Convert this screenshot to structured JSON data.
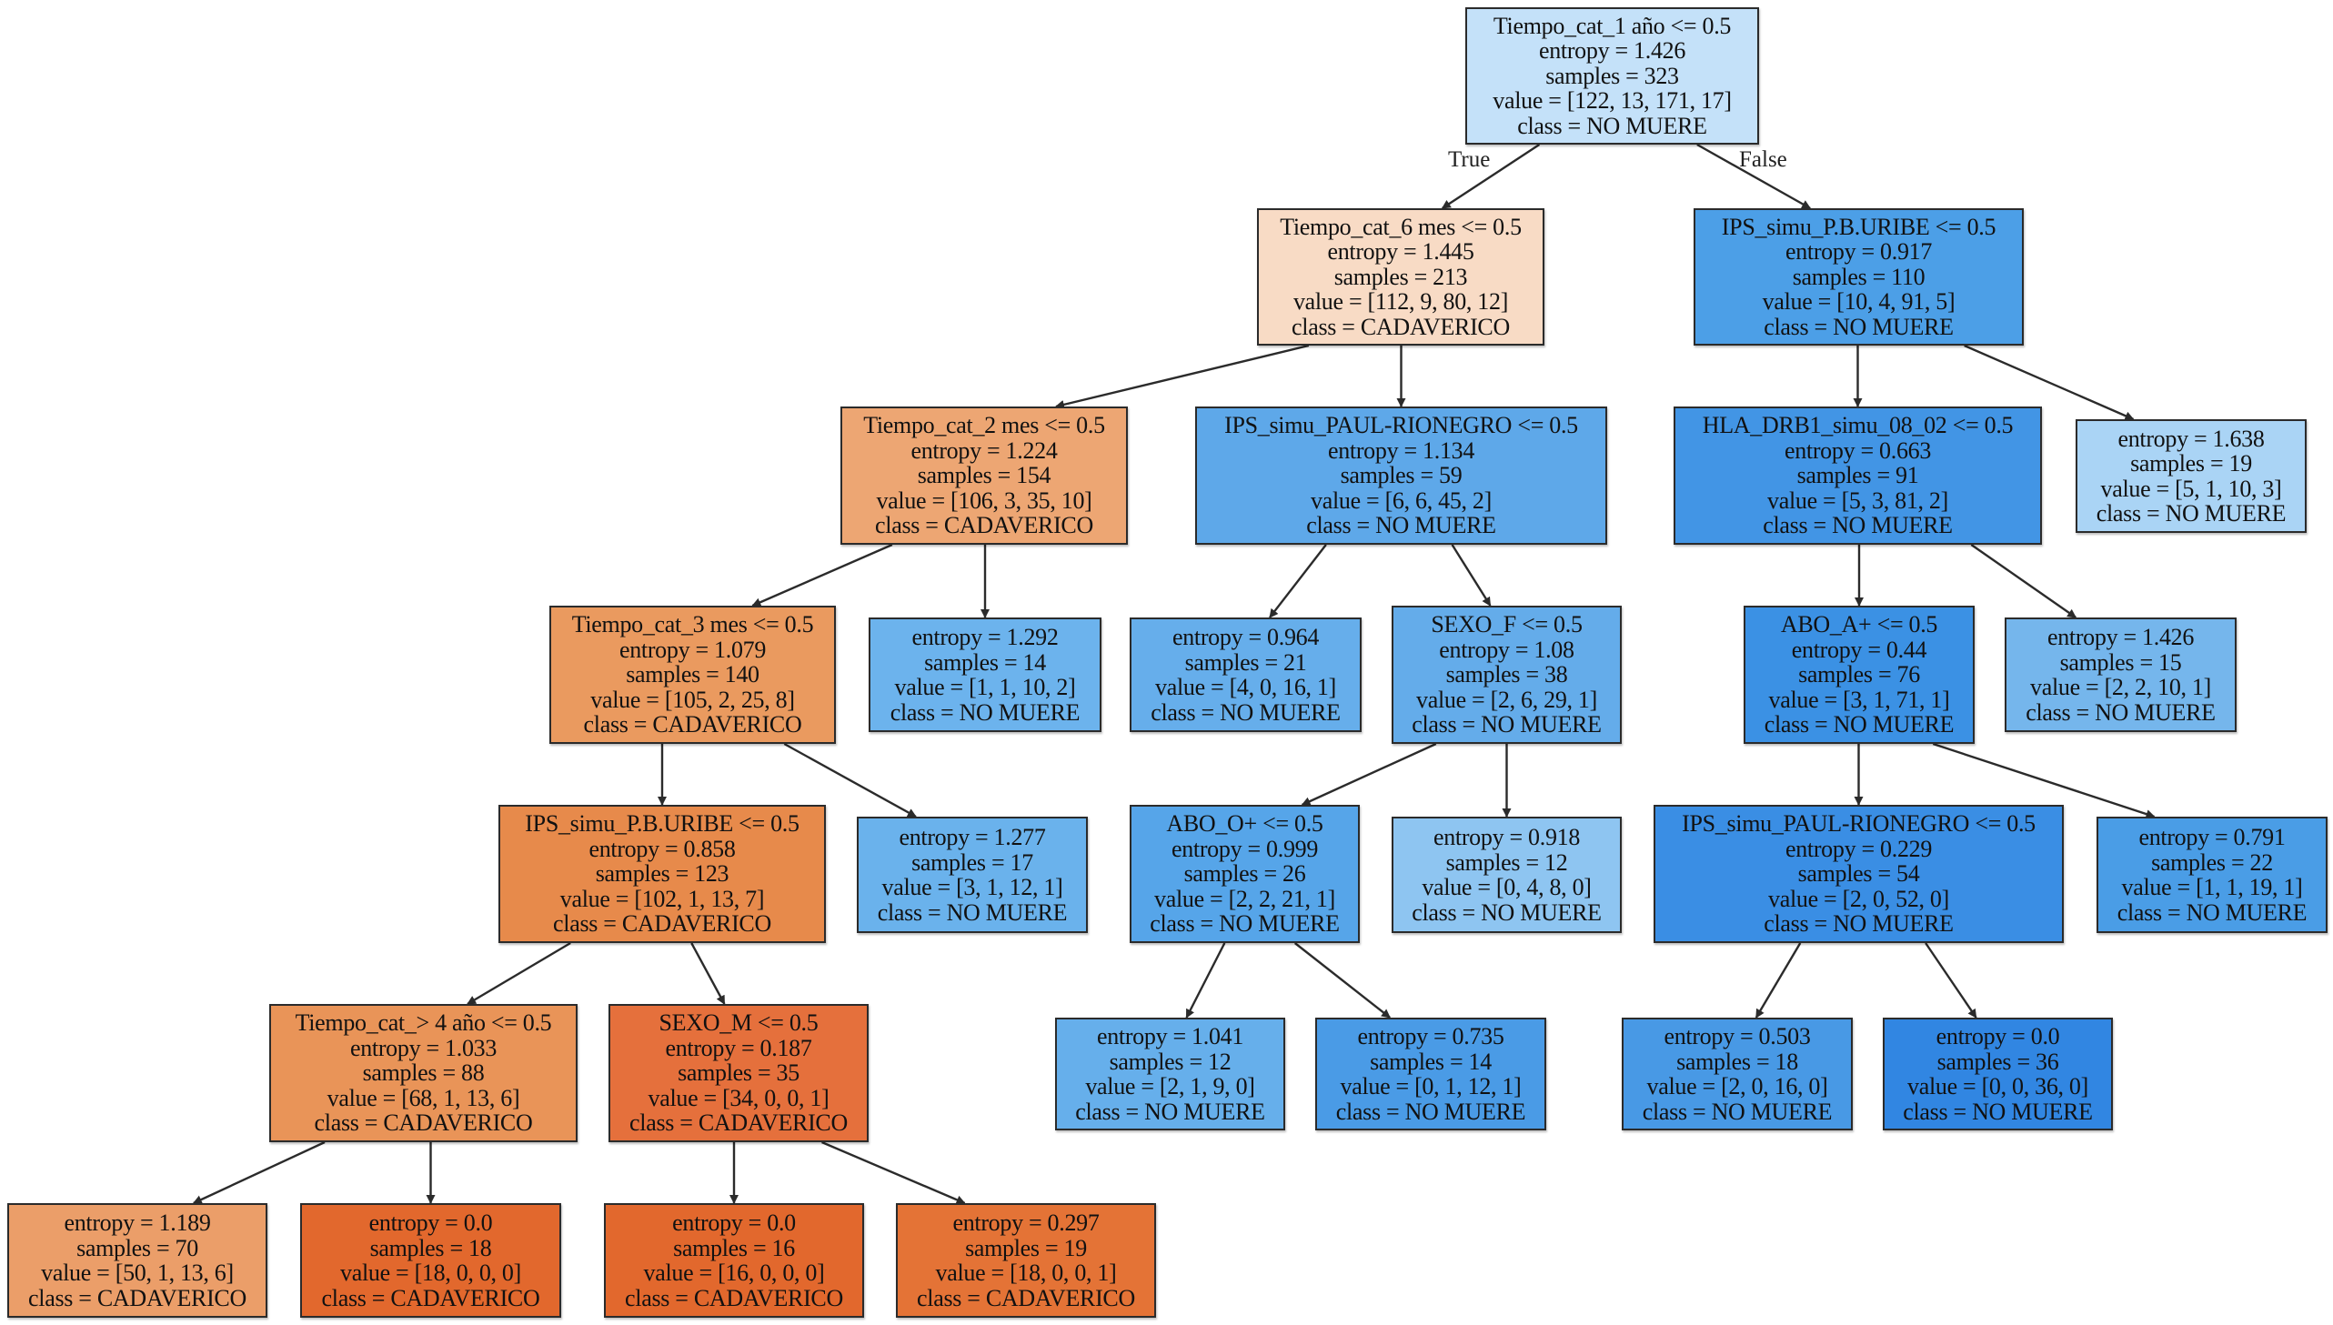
{
  "title": "Decision tree (entropy) — classes [CADAVERICO, ?, NO MUERE, ?]",
  "colors": {
    "edge": "#2b2b2b",
    "border": "#2b2b2b"
  },
  "edge_labels": {
    "true": "True",
    "false": "False"
  },
  "nodes": [
    {
      "id": "n0",
      "split": "Tiempo_cat_1 año <= 0.5",
      "entropy": "entropy = 1.426",
      "samples": "samples = 323",
      "value": "value = [122, 13, 171, 17]",
      "class": "class = NO MUERE",
      "fill": "#c4e1f9",
      "parent": null
    },
    {
      "id": "n1",
      "split": "Tiempo_cat_6 mes <= 0.5",
      "entropy": "entropy = 1.445",
      "samples": "samples = 213",
      "value": "value = [112, 9, 80, 12]",
      "class": "class = CADAVERICO",
      "fill": "#f8dbc5",
      "parent": "n0",
      "branch": "true"
    },
    {
      "id": "n2",
      "split": "IPS_simu_P.B.URIBE <= 0.5",
      "entropy": "entropy = 0.917",
      "samples": "samples = 110",
      "value": "value = [10, 4, 91, 5]",
      "class": "class = NO MUERE",
      "fill": "#4c9fe7",
      "parent": "n0",
      "branch": "false"
    },
    {
      "id": "n3",
      "split": "Tiempo_cat_2 mes <= 0.5",
      "entropy": "entropy = 1.224",
      "samples": "samples = 154",
      "value": "value = [106, 3, 35, 10]",
      "class": "class = CADAVERICO",
      "fill": "#eda673",
      "parent": "n1"
    },
    {
      "id": "n4",
      "split": "IPS_simu_PAUL-RIONEGRO <= 0.5",
      "entropy": "entropy = 1.134",
      "samples": "samples = 59",
      "value": "value = [6, 6, 45, 2]",
      "class": "class = NO MUERE",
      "fill": "#5ea8e9",
      "parent": "n1"
    },
    {
      "id": "n5",
      "split": "HLA_DRB1_simu_08_02 <= 0.5",
      "entropy": "entropy = 0.663",
      "samples": "samples = 91",
      "value": "value = [5, 3, 81, 2]",
      "class": "class = NO MUERE",
      "fill": "#4295e5",
      "parent": "n2"
    },
    {
      "id": "n6",
      "split": null,
      "entropy": "entropy = 1.638",
      "samples": "samples = 19",
      "value": "value = [5, 1, 10, 3]",
      "class": "class = NO MUERE",
      "fill": "#aad4f5",
      "parent": "n2"
    },
    {
      "id": "n7",
      "split": "Tiempo_cat_3 mes <= 0.5",
      "entropy": "entropy = 1.079",
      "samples": "samples = 140",
      "value": "value = [105, 2, 25, 8]",
      "class": "class = CADAVERICO",
      "fill": "#ea9a5f",
      "parent": "n3"
    },
    {
      "id": "n8",
      "split": null,
      "entropy": "entropy = 1.292",
      "samples": "samples = 14",
      "value": "value = [1, 1, 10, 2]",
      "class": "class = NO MUERE",
      "fill": "#6cb3ed",
      "parent": "n3"
    },
    {
      "id": "n9",
      "split": null,
      "entropy": "entropy = 0.964",
      "samples": "samples = 21",
      "value": "value = [4, 0, 16, 1]",
      "class": "class = NO MUERE",
      "fill": "#66aeeb",
      "parent": "n4"
    },
    {
      "id": "n10",
      "split": "SEXO_F <= 0.5",
      "entropy": "entropy = 1.08",
      "samples": "samples = 38",
      "value": "value = [2, 6, 29, 1]",
      "class": "class = NO MUERE",
      "fill": "#64acea",
      "parent": "n4"
    },
    {
      "id": "n11",
      "split": "ABO_A+ <= 0.5",
      "entropy": "entropy = 0.44",
      "samples": "samples = 76",
      "value": "value = [3, 1, 71, 1]",
      "class": "class = NO MUERE",
      "fill": "#3b91e4",
      "parent": "n5"
    },
    {
      "id": "n12",
      "split": null,
      "entropy": "entropy = 1.426",
      "samples": "samples = 15",
      "value": "value = [2, 2, 10, 1]",
      "class": "class = NO MUERE",
      "fill": "#75b6ec",
      "parent": "n5"
    },
    {
      "id": "n13",
      "split": "IPS_simu_P.B.URIBE <= 0.5",
      "entropy": "entropy = 0.858",
      "samples": "samples = 123",
      "value": "value = [102, 1, 13, 7]",
      "class": "class = CADAVERICO",
      "fill": "#e78a4b",
      "parent": "n7"
    },
    {
      "id": "n14",
      "split": null,
      "entropy": "entropy = 1.277",
      "samples": "samples = 17",
      "value": "value = [3, 1, 12, 1]",
      "class": "class = NO MUERE",
      "fill": "#6ab2ec",
      "parent": "n7"
    },
    {
      "id": "n15",
      "split": "ABO_O+ <= 0.5",
      "entropy": "entropy = 0.999",
      "samples": "samples = 26",
      "value": "value = [2, 2, 21, 1]",
      "class": "class = NO MUERE",
      "fill": "#56a5e9",
      "parent": "n10"
    },
    {
      "id": "n16",
      "split": null,
      "entropy": "entropy = 0.918",
      "samples": "samples = 12",
      "value": "value = [0, 4, 8, 0]",
      "class": "class = NO MUERE",
      "fill": "#8ec5f1",
      "parent": "n10"
    },
    {
      "id": "n17",
      "split": "IPS_simu_PAUL-RIONEGRO <= 0.5",
      "entropy": "entropy = 0.229",
      "samples": "samples = 54",
      "value": "value = [2, 0, 52, 0]",
      "class": "class = NO MUERE",
      "fill": "#3a8ee4",
      "parent": "n11"
    },
    {
      "id": "n18",
      "split": null,
      "entropy": "entropy = 0.791",
      "samples": "samples = 22",
      "value": "value = [1, 1, 19, 1]",
      "class": "class = NO MUERE",
      "fill": "#4a9de6",
      "parent": "n11"
    },
    {
      "id": "n19",
      "split": "Tiempo_cat_> 4 año <= 0.5",
      "entropy": "entropy = 1.033",
      "samples": "samples = 88",
      "value": "value = [68, 1, 13, 6]",
      "class": "class = CADAVERICO",
      "fill": "#e99458",
      "parent": "n13"
    },
    {
      "id": "n20",
      "split": "SEXO_M <= 0.5",
      "entropy": "entropy = 0.187",
      "samples": "samples = 35",
      "value": "value = [34, 0, 0, 1]",
      "class": "class = CADAVERICO",
      "fill": "#e5703c",
      "parent": "n13"
    },
    {
      "id": "n21",
      "split": null,
      "entropy": "entropy = 1.041",
      "samples": "samples = 12",
      "value": "value = [2, 1, 9, 0]",
      "class": "class = NO MUERE",
      "fill": "#66afeb",
      "parent": "n15"
    },
    {
      "id": "n22",
      "split": null,
      "entropy": "entropy = 0.735",
      "samples": "samples = 14",
      "value": "value = [0, 1, 12, 1]",
      "class": "class = NO MUERE",
      "fill": "#4a9be6",
      "parent": "n15"
    },
    {
      "id": "n23",
      "split": null,
      "entropy": "entropy = 0.503",
      "samples": "samples = 18",
      "value": "value = [2, 0, 16, 0]",
      "class": "class = NO MUERE",
      "fill": "#4899e5",
      "parent": "n17"
    },
    {
      "id": "n24",
      "split": null,
      "entropy": "entropy = 0.0",
      "samples": "samples = 36",
      "value": "value = [0, 0, 36, 0]",
      "class": "class = NO MUERE",
      "fill": "#3186e2",
      "parent": "n17"
    },
    {
      "id": "n25",
      "split": null,
      "entropy": "entropy = 1.189",
      "samples": "samples = 70",
      "value": "value = [50, 1, 13, 6]",
      "class": "class = CADAVERICO",
      "fill": "#eb9e69",
      "parent": "n19"
    },
    {
      "id": "n26",
      "split": null,
      "entropy": "entropy = 0.0",
      "samples": "samples = 18",
      "value": "value = [18, 0, 0, 0]",
      "class": "class = CADAVERICO",
      "fill": "#e2682d",
      "parent": "n19"
    },
    {
      "id": "n27",
      "split": null,
      "entropy": "entropy = 0.0",
      "samples": "samples = 16",
      "value": "value = [16, 0, 0, 0]",
      "class": "class = CADAVERICO",
      "fill": "#e2682d",
      "parent": "n20"
    },
    {
      "id": "n28",
      "split": null,
      "entropy": "entropy = 0.297",
      "samples": "samples = 19",
      "value": "value = [18, 0, 0, 1]",
      "class": "class = CADAVERICO",
      "fill": "#e47336",
      "parent": "n20"
    }
  ]
}
